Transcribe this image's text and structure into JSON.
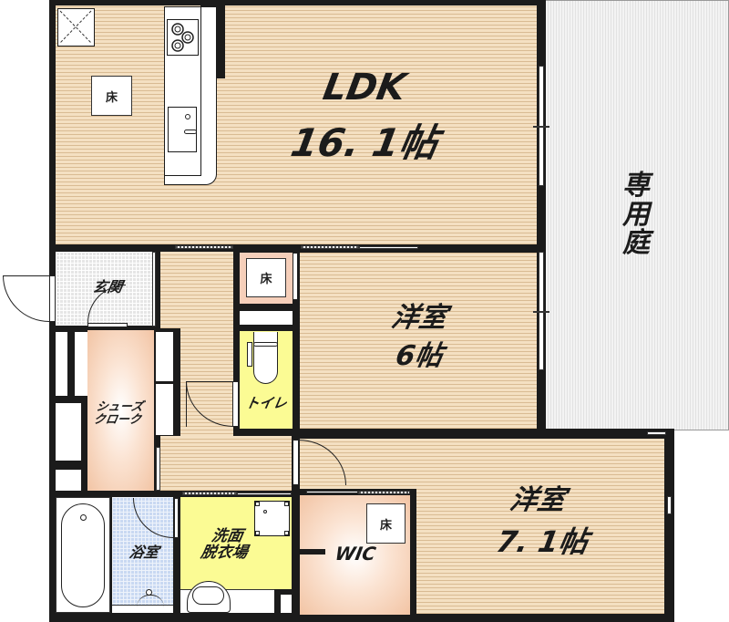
{
  "plan": {
    "title": "Floor plan 2LDK",
    "colors": {
      "wall": "#1b1b1b",
      "wood_floor": "#f1d9b5",
      "garden": "#f0f0f0",
      "toilet_washroom": "#fbfb94",
      "bath_tile": "#c9d9f2",
      "entrance_tile": "#e6e6e6",
      "storage_peach": "#f2c4a4"
    },
    "rooms": {
      "ldk": {
        "name": "LDK",
        "size": "16. 1帖"
      },
      "western_room_1": {
        "name": "洋室",
        "size": "6帖"
      },
      "western_room_2": {
        "name": "洋室",
        "size": "7. 1帖"
      },
      "private_garden": {
        "name": "専\n用\n庭"
      },
      "entrance": {
        "name": "玄関"
      },
      "shoe_closet": {
        "name": "シューズ\nクローク"
      },
      "toilet": {
        "name": "トイレ"
      },
      "bathroom": {
        "name": "浴室"
      },
      "washroom": {
        "name": "洗面\n脱衣場"
      },
      "walk_in_closet": {
        "name": "WIC"
      }
    },
    "floor_markers": {
      "ldk": "床",
      "hall_closet": "床",
      "wic": "床"
    }
  }
}
